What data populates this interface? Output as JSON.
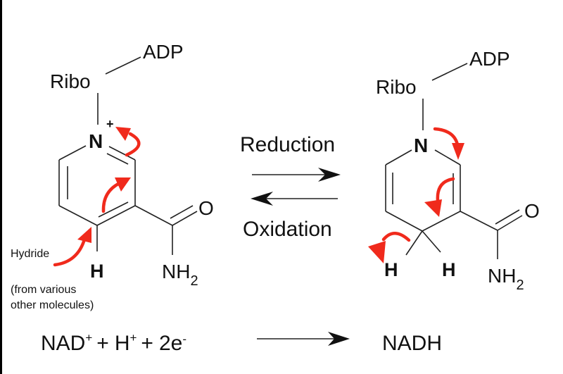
{
  "nad_plus": {
    "adp": "ADP",
    "ribo": "Ribo",
    "nitrogen": "N",
    "charge": "+",
    "hydrogen": "H",
    "oxygen": "O",
    "amide_nh": "NH",
    "amide_sub": "2",
    "hydride_label": "Hydride",
    "hydride_source_line1": "(from various",
    "hydride_source_line2": "other molecules)"
  },
  "reaction": {
    "forward_label": "Reduction",
    "reverse_label": "Oxidation"
  },
  "nadh": {
    "adp": "ADP",
    "ribo": "Ribo",
    "nitrogen": "N",
    "hydrogen_left": "H",
    "hydrogen_right": "H",
    "oxygen": "O",
    "amide_nh": "NH",
    "amide_sub": "2"
  },
  "equation": {
    "nad": "NAD",
    "nad_charge": "+",
    "plus1": "+",
    "h": "H",
    "h_charge": "+",
    "plus2": "+",
    "electrons": "2e",
    "electron_charge": "-",
    "product": "NADH"
  },
  "colors": {
    "arrow_red": "#f02a1c",
    "ink": "#111111"
  }
}
